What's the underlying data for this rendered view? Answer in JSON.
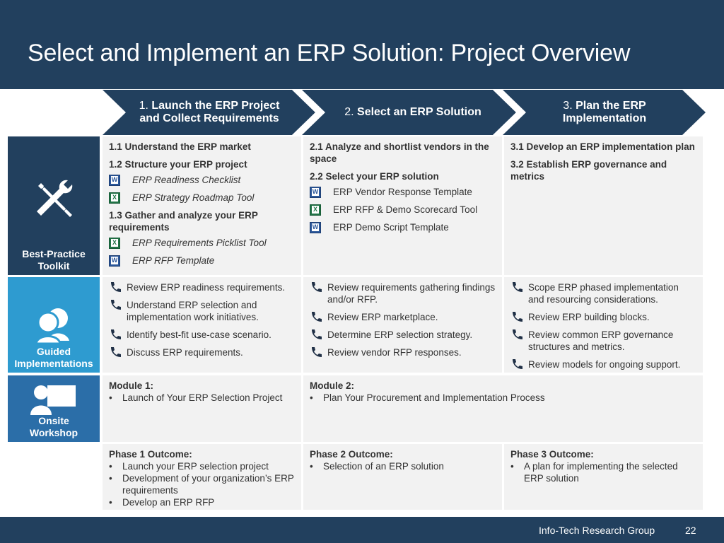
{
  "title": "Select and Implement an ERP Solution: Project Overview",
  "colors": {
    "header": "#22405e",
    "arrow": "#22405e",
    "toolkit_tile": "#22405e",
    "guided_tile": "#2e9bd0",
    "workshop_tile": "#2b6ea8",
    "cell": "#f2f2f2"
  },
  "phases": [
    {
      "num": "1.",
      "name_line1": "Launch the ERP Project",
      "name_line2": "and Collect Requirements"
    },
    {
      "num": "2.",
      "name": "Select an ERP Solution"
    },
    {
      "num": "3.",
      "name_line1": "Plan the ERP",
      "name_line2": "Implementation"
    }
  ],
  "rows": {
    "toolkit": {
      "label_line1": "Best-Practice",
      "label_line2": "Toolkit",
      "icon": "tools-icon"
    },
    "guided": {
      "label_line1": "Guided",
      "label_line2": "Implementations",
      "icon": "people-icon"
    },
    "workshop": {
      "label_line1": "Onsite",
      "label_line2": "Workshop",
      "icon": "presenter-icon"
    }
  },
  "toolkit": {
    "col1": {
      "step1": "1.1 Understand the ERP market",
      "step2": "1.2 Structure your ERP project",
      "tool1": "ERP Readiness Checklist",
      "tool2": "ERP Strategy Roadmap Tool",
      "step3": "1.3 Gather and analyze your ERP requirements",
      "tool3": "ERP Requirements Picklist Tool",
      "tool4": "ERP RFP Template"
    },
    "col2": {
      "step1": "2.1 Analyze and shortlist vendors in the space",
      "step2": "2.2 Select your ERP solution",
      "tool1": "ERP Vendor Response Template",
      "tool2": "ERP RFP & Demo Scorecard Tool",
      "tool3": "ERP Demo Script Template"
    },
    "col3": {
      "step1": "3.1 Develop an ERP implementation plan",
      "step2": "3.2 Establish ERP governance and metrics"
    }
  },
  "file_letters": {
    "word": "W",
    "excel": "X"
  },
  "guided": {
    "col1": [
      "Review ERP readiness requirements.",
      "Understand ERP selection and implementation work initiatives.",
      "Identify best-fit use-case scenario.",
      "Discuss ERP requirements."
    ],
    "col2": [
      "Review requirements gathering findings and/or RFP.",
      "Review ERP marketplace.",
      "Determine ERP selection strategy.",
      "Review vendor RFP responses."
    ],
    "col3": [
      "Scope ERP phased implementation and resourcing considerations.",
      "Review ERP building blocks.",
      "Review common ERP governance structures and metrics.",
      "Review models for ongoing support."
    ]
  },
  "workshop": {
    "module1": {
      "title": "Module 1:",
      "item": "Launch of Your ERP Selection Project"
    },
    "module2": {
      "title": "Module 2:",
      "item": "Plan Your Procurement and Implementation Process"
    }
  },
  "outcomes": {
    "phase1": {
      "title": "Phase 1 Outcome:",
      "items": [
        "Launch your ERP selection project",
        "Development of your organization’s ERP requirements",
        "Develop an ERP RFP"
      ]
    },
    "phase2": {
      "title": "Phase 2 Outcome:",
      "items": [
        "Selection of an ERP solution"
      ]
    },
    "phase3": {
      "title": "Phase 3 Outcome:",
      "items": [
        "A plan for implementing the selected ERP solution"
      ]
    }
  },
  "bullet": "•",
  "footer": {
    "org": "Info-Tech Research Group",
    "page": "22"
  }
}
